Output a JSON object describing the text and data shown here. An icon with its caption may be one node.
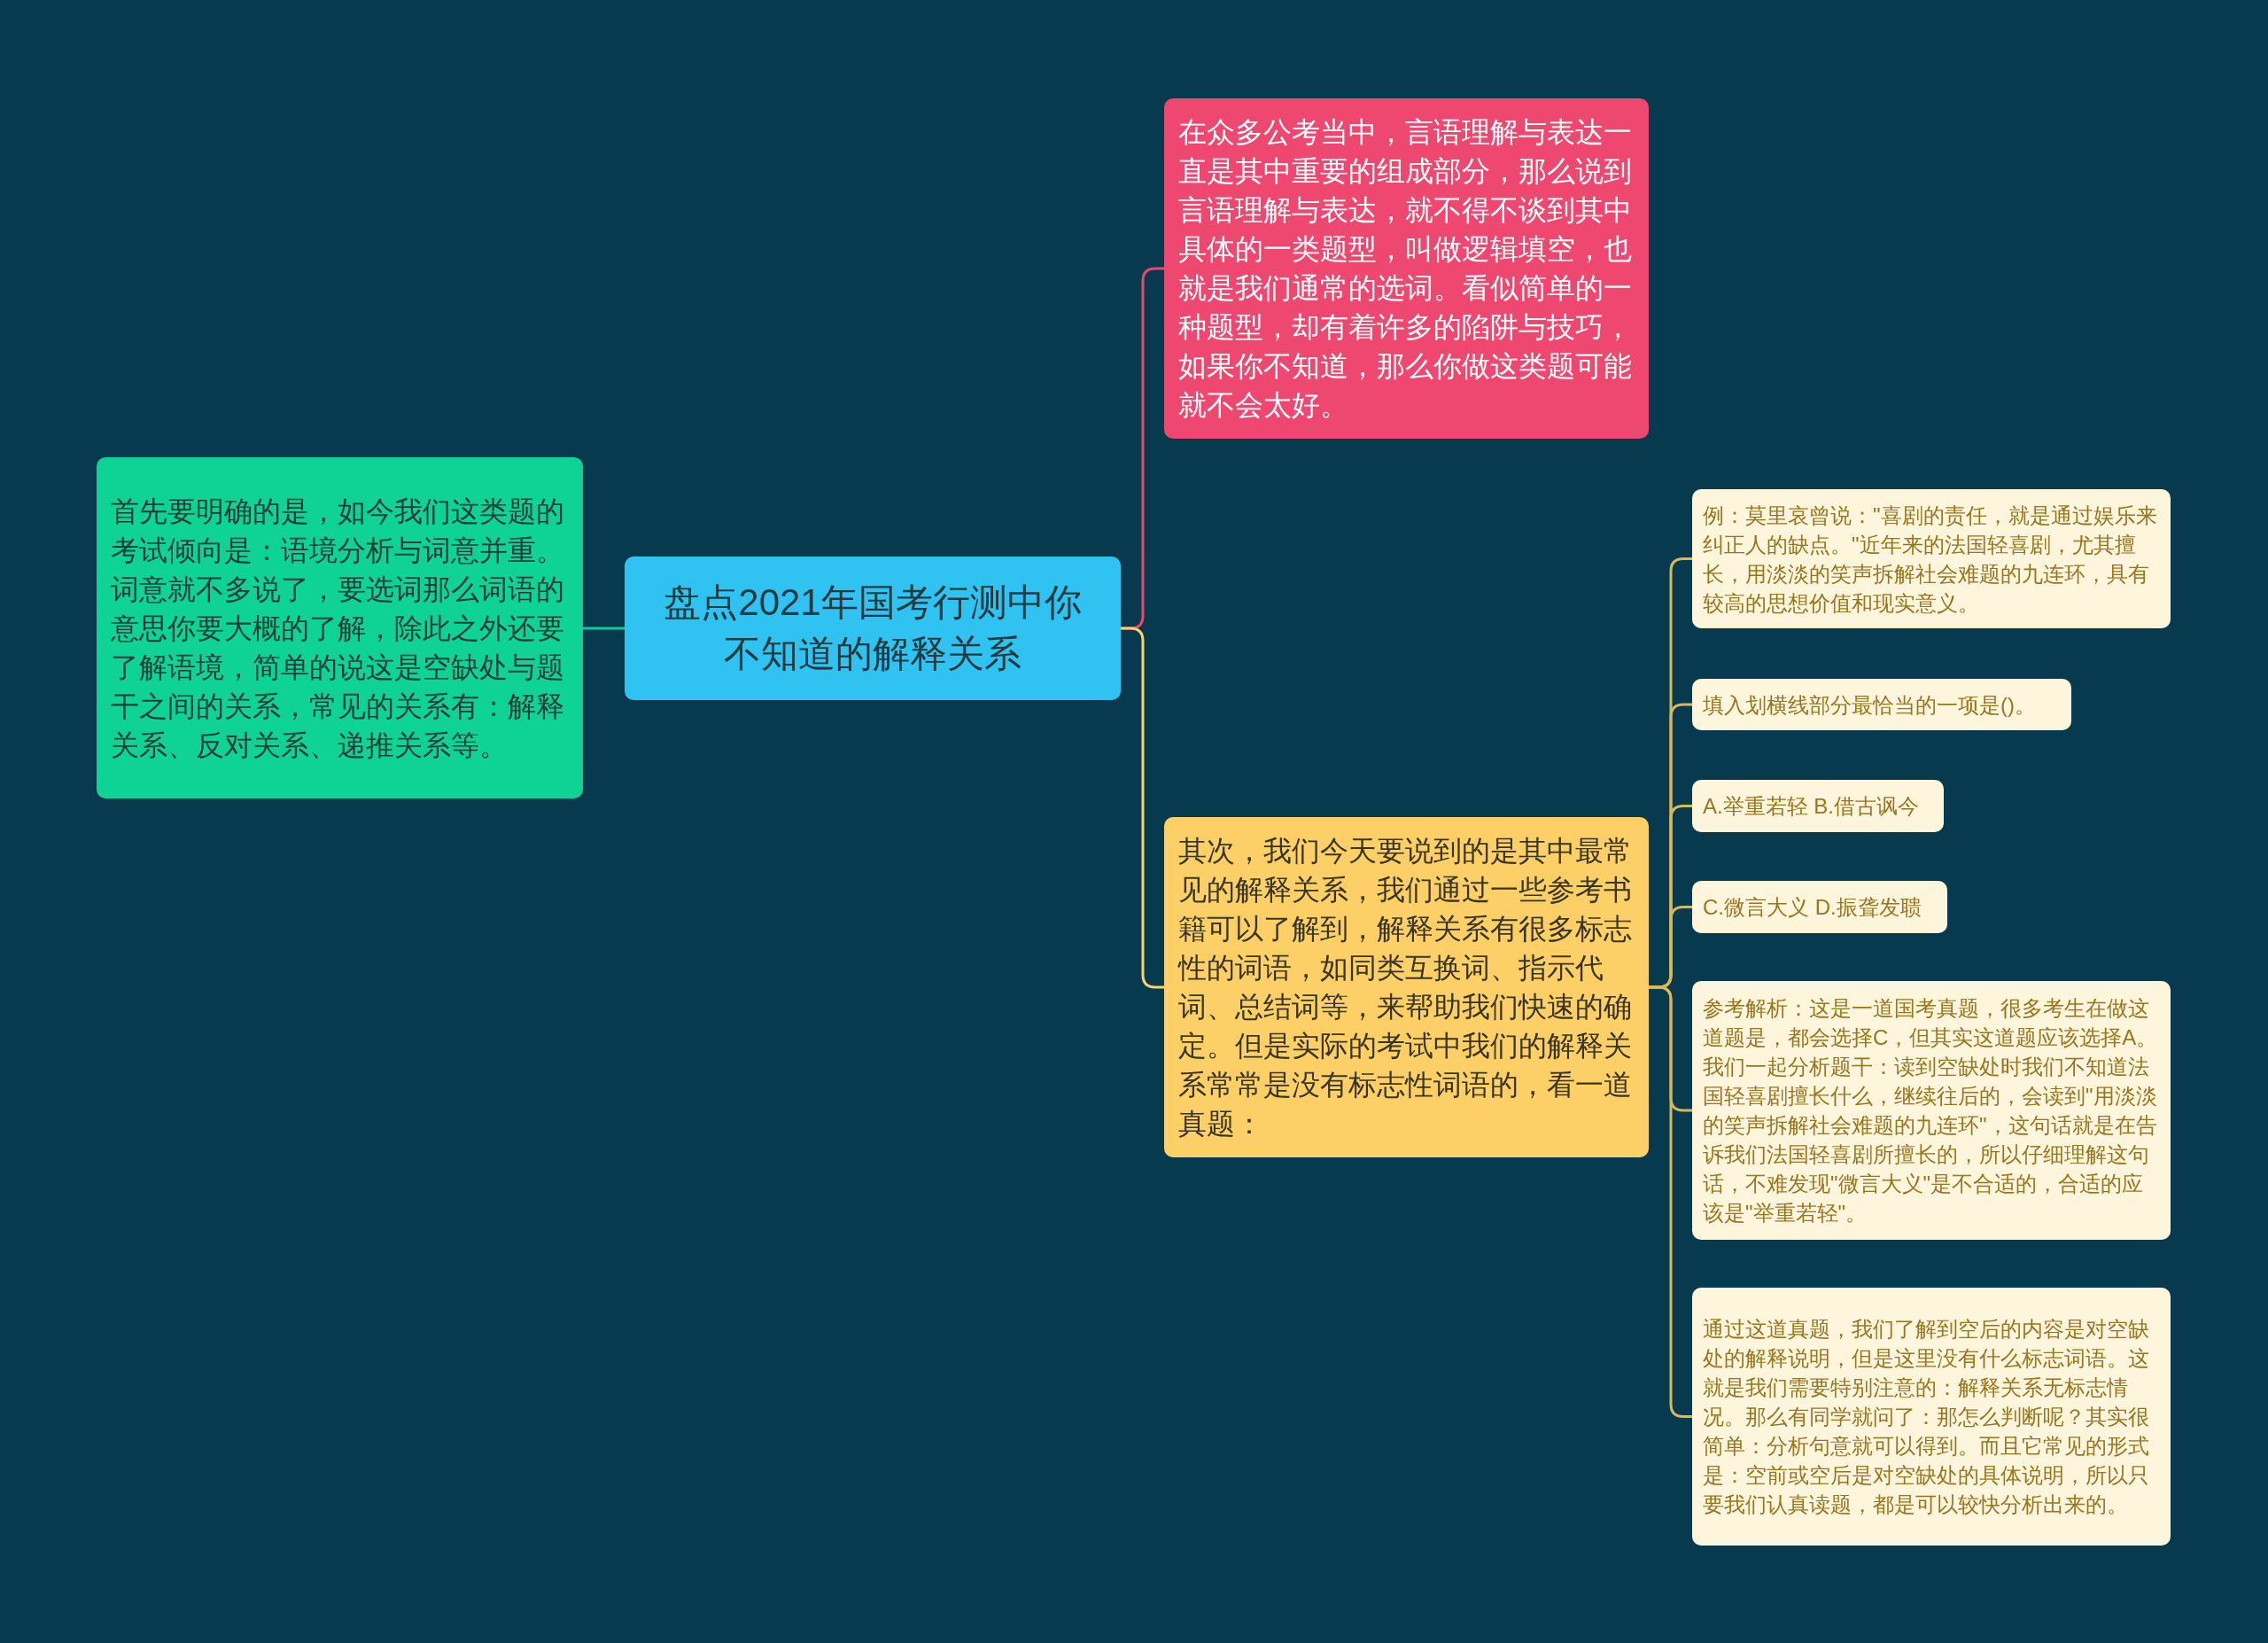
{
  "diagram": {
    "nodes": [
      {
        "text": [
          "盘点2021年国考行测中你不知道的解释关系"
        ]
      },
      {
        "text": [
          "首先要明确的是，如今我们这类题的考试倾向是：语境分析与词意并重。词意就不多说了，要选词那么词语的意思你要大概的了解，除此之外还要了解语境，简单的说这是空缺处与题干之间的关系，常见的关系有：解释关系、反对关系、递推关系等。"
        ]
      },
      {
        "text": [
          "在众多公考当中，言语理解与表达一直是其中重要的组成部分，那么说到言语理解与表达，就不得不谈到其中具体的一类题型，叫做逻辑填空，也就是我们通常的选词。看似简单的一种题型，却有着许多的陷阱与技巧，如果你不知道，那么你做这类题可能就不会太好。"
        ]
      },
      {
        "text": [
          "其次，我们今天要说到的是其中最常见的解释关系，我们通过一些参考书籍可以了解到，解释关系有很多标志性的词语，如同类互换词、指示代词、总结词等，来帮助我们快速的确定。但是实际的考试中我们的解释关系常常是没有标志性词语的，看一道真题："
        ]
      },
      {
        "text": [
          "例：莫里哀曾说：\"喜剧的责任，就是通过娱乐来纠正人的缺点。\"近年来的法国轻喜剧，尤其擅长，用淡淡的笑声拆解社会难题的九连环，具有较高的思想价值和现实意义。"
        ]
      },
      {
        "text": [
          "填入划横线部分最恰当的一项是()。"
        ]
      },
      {
        "text": [
          "A.举重若轻 B.借古讽今"
        ]
      },
      {
        "text": [
          "C.微言大义 D.振聋发聩"
        ]
      },
      {
        "text": [
          "参考解析：这是一道国考真题，很多考生在做这道题是，都会选择C，但其实这道题应该选择A。我们一起分析题干：读到空缺处时我们不知道法国轻喜剧擅长什么，继续往后的，会读到\"用淡淡的笑声拆解社会难题的九连环\"，这句话就是在告诉我们法国轻喜剧所擅长的，所以仔细理解这句话，不难发现\"微言大义\"是不合适的，合适的应该是\"举重若轻\"。"
        ]
      },
      {
        "text": [
          "通过这道真题，我们了解到空后的内容是对空缺处的解释说明，但是这里没有什么标志词语。这就是我们需要特别注意的：解释关系无标志情况。那么有同学就问了：那怎么判断呢？其实很简单：分析句意就可以得到。而且它常见的形式是：空前或空后是对空缺处的具体说明，所以只要我们认真读题，都是可以较快分析出来的。"
        ]
      }
    ],
    "edges": [
      {
        "from": 0,
        "to": 1,
        "arrow": "none",
        "color": "#11c99a"
      },
      {
        "from": 0,
        "to": 2,
        "arrow": "none",
        "color": "#e8476f"
      },
      {
        "from": 0,
        "to": 3,
        "arrow": "none"
      },
      {
        "from": 3,
        "to": 4,
        "arrow": "none"
      },
      {
        "from": 3,
        "to": 5,
        "arrow": "none"
      },
      {
        "from": 3,
        "to": 6,
        "arrow": "none"
      },
      {
        "from": 3,
        "to": 7,
        "arrow": "none"
      },
      {
        "from": 3,
        "to": 8,
        "arrow": "none"
      },
      {
        "from": 3,
        "to": 9,
        "arrow": "none"
      }
    ]
  }
}
